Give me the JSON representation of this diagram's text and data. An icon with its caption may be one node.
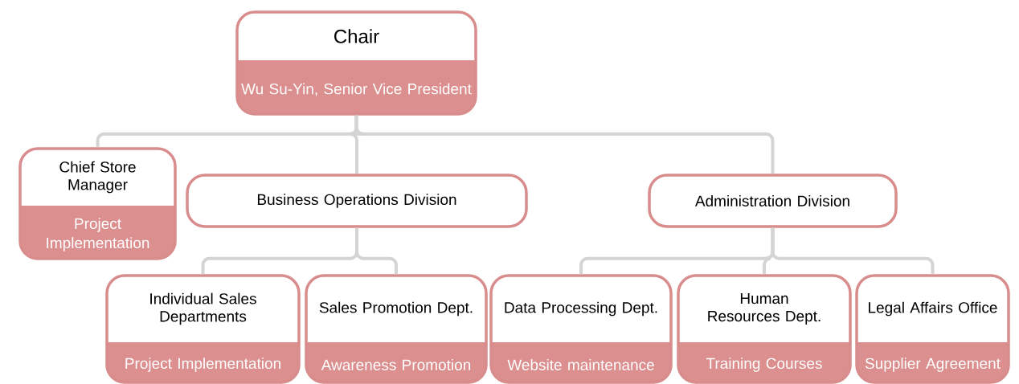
{
  "diagram": {
    "nodes": [
      {
        "text": [
          "Chair",
          "Wu Su-Yin, Senior Vice President"
        ]
      },
      {
        "text": [
          "Chief Store Manager",
          "Project Implementation"
        ]
      },
      {
        "text": [
          "Business Operations Division"
        ]
      },
      {
        "text": [
          "Administration Division"
        ]
      },
      {
        "text": [
          "Individual Sales Departments",
          "Project Implementation"
        ]
      },
      {
        "text": [
          "Sales Promotion Dept.",
          "Awareness Promotion"
        ]
      },
      {
        "text": [
          "Data Processing Dept.",
          "Website maintenance"
        ]
      },
      {
        "text": [
          "Human Resources Dept.",
          "Training Courses"
        ]
      },
      {
        "text": [
          "Legal Affairs Office",
          "Supplier Agreement"
        ]
      }
    ],
    "edges": [
      {
        "from": 0,
        "to": 1,
        "arrow": "none"
      },
      {
        "from": 0,
        "to": 2,
        "arrow": "none"
      },
      {
        "from": 0,
        "to": 3,
        "arrow": "none"
      },
      {
        "from": 2,
        "to": 4,
        "arrow": "none"
      },
      {
        "from": 2,
        "to": 5,
        "arrow": "none"
      },
      {
        "from": 3,
        "to": 6,
        "arrow": "none"
      },
      {
        "from": 3,
        "to": 7,
        "arrow": "none"
      },
      {
        "from": 3,
        "to": 8,
        "arrow": "none"
      }
    ]
  }
}
